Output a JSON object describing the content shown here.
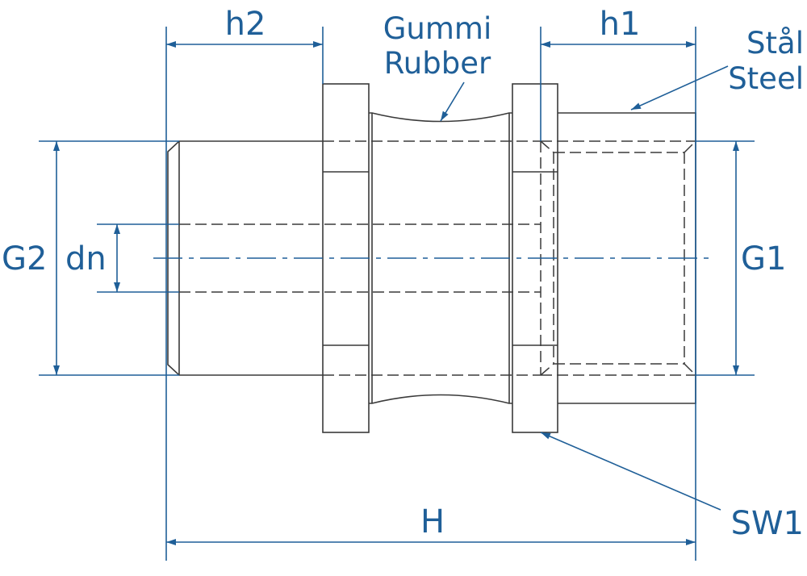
{
  "labels": {
    "h2": "h2",
    "h1": "h1",
    "rubber_sv": "Gummi",
    "rubber_en": "Rubber",
    "steel_sv": "Stål",
    "steel_en": "Steel",
    "g2": "G2",
    "dn": "dn",
    "g1": "G1",
    "sw1": "SW1",
    "h_total": "H"
  },
  "colors": {
    "outline": "#3a3a3a",
    "dimension": "#1f5f98",
    "background": "#ffffff"
  }
}
